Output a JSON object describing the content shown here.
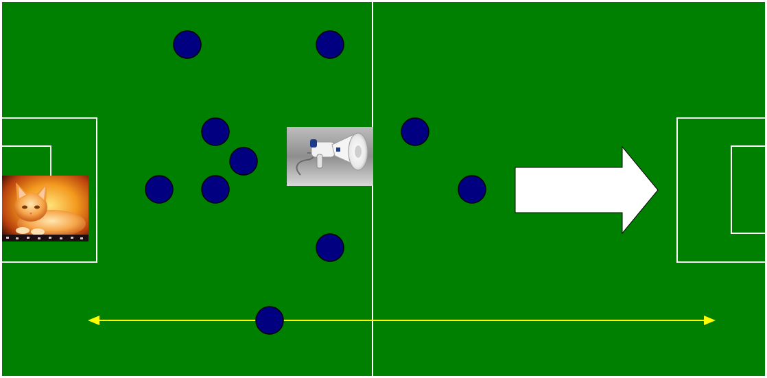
{
  "field": {
    "grass_color": "#008000",
    "line_color": "#ffffff",
    "player_color": "#000080",
    "player_outline": "#000000",
    "range_arrow_color": "#ffff00"
  },
  "players": [
    {
      "id": "p1"
    },
    {
      "id": "p2"
    },
    {
      "id": "p3"
    },
    {
      "id": "p4"
    },
    {
      "id": "p5"
    },
    {
      "id": "p6"
    },
    {
      "id": "p7"
    },
    {
      "id": "p8"
    },
    {
      "id": "p9"
    },
    {
      "id": "p10"
    }
  ],
  "images": {
    "left": "kitten-photo",
    "center": "megaphone-photo"
  },
  "arrows": {
    "attack_direction": "right",
    "horizontal_range": "double-headed"
  }
}
